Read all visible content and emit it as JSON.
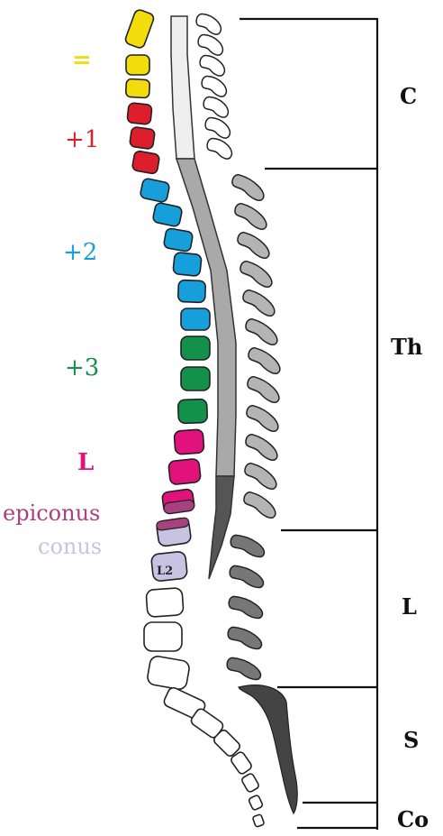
{
  "colors": {
    "yellow": "#f2dc0c",
    "red": "#dc1f2b",
    "blue": "#169fdb",
    "green": "#13904a",
    "magenta": "#e2127d",
    "epiconus": "#a8417f",
    "conus": "#c9c3e3",
    "cervical_cord": "#eeeeee",
    "thoracic_cord": "#a9a9a9",
    "lumbar_cord": "#555555",
    "cervical_process": "#ffffff",
    "thoracic_process": "#b4b4b4",
    "lumbar_process": "#777777",
    "sacrum": "#444444"
  },
  "levels": {
    "equal": "=",
    "plus1": "+1",
    "plus2": "+2",
    "plus3": "+3",
    "L": "L",
    "epiconus": "epiconus",
    "conus": "conus"
  },
  "vertebra_label": "L2",
  "segments": {
    "C": "C",
    "Th": "Th",
    "L": "L",
    "S": "S",
    "Co": "Co"
  }
}
